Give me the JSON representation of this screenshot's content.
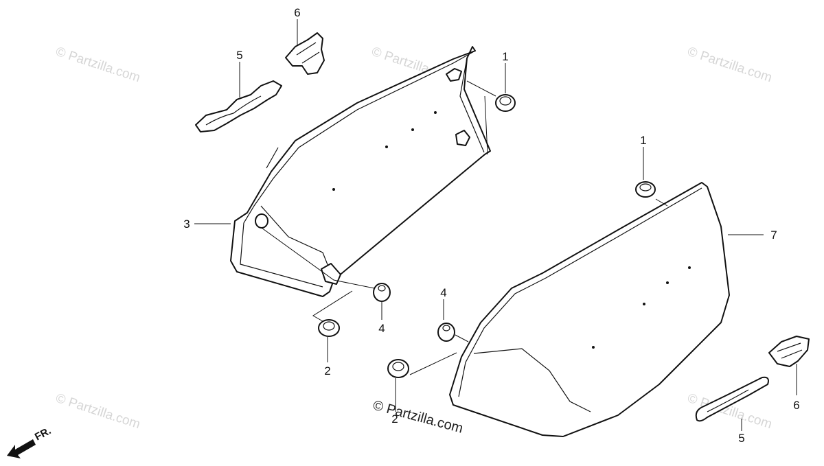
{
  "diagram": {
    "callouts": [
      {
        "id": "c1a",
        "label": "1"
      },
      {
        "id": "c1b",
        "label": "1"
      },
      {
        "id": "c2a",
        "label": "2"
      },
      {
        "id": "c2b",
        "label": "2"
      },
      {
        "id": "c3",
        "label": "3"
      },
      {
        "id": "c4a",
        "label": "4"
      },
      {
        "id": "c4b",
        "label": "4"
      },
      {
        "id": "c5a",
        "label": "5"
      },
      {
        "id": "c5b",
        "label": "5"
      },
      {
        "id": "c6a",
        "label": "6"
      },
      {
        "id": "c6b",
        "label": "6"
      },
      {
        "id": "c7",
        "label": "7"
      }
    ],
    "front_indicator": "FR.",
    "watermark_main": "© Partzilla.com",
    "watermark_faint": "© Partzilla.com"
  }
}
